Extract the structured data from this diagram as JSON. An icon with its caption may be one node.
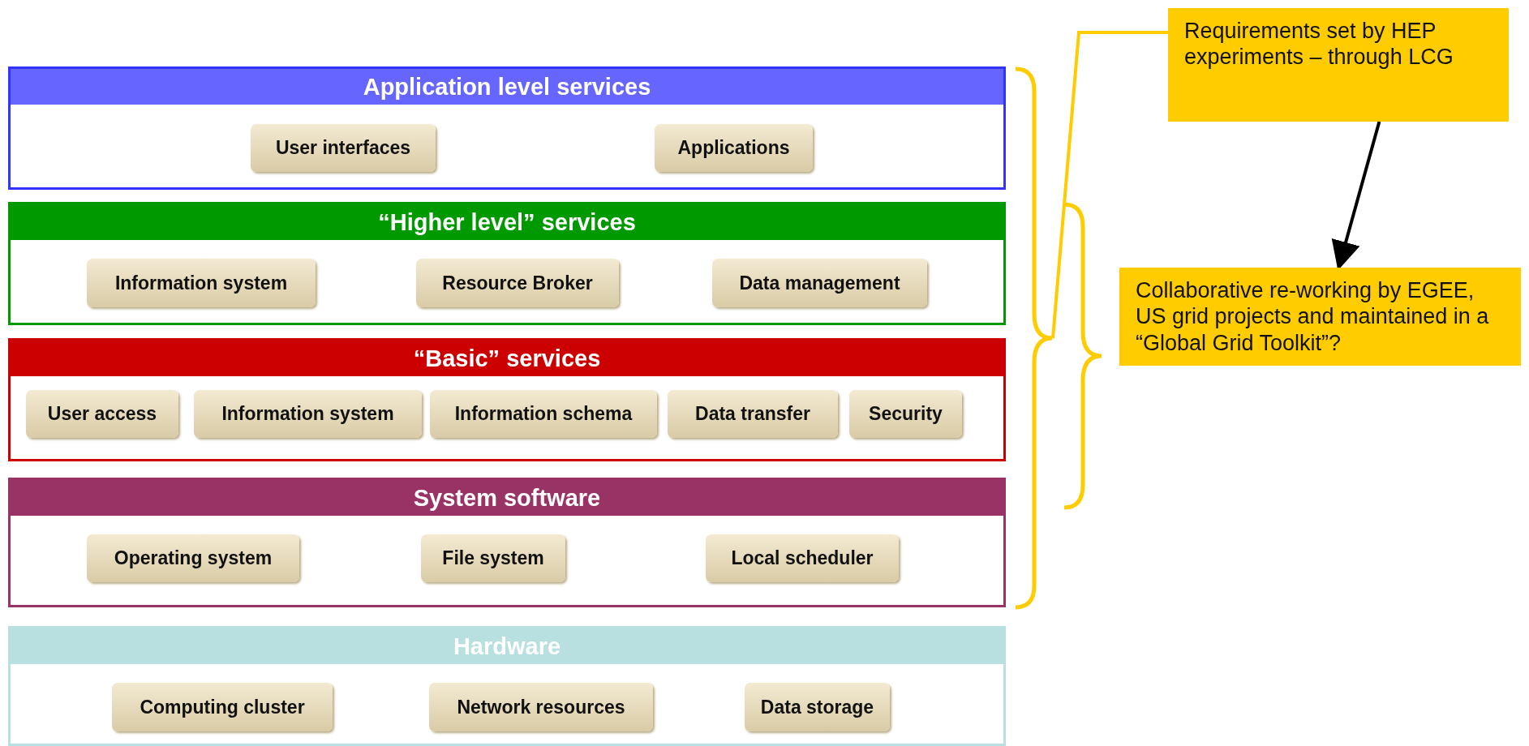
{
  "diagram": {
    "nodes": [
      {
        "text": [
          "Application level services"
        ]
      },
      {
        "text": [
          "User interfaces"
        ],
        "in": 0
      },
      {
        "text": [
          "Applications"
        ],
        "in": 0
      },
      {
        "text": [
          "“Higher level” services"
        ]
      },
      {
        "text": [
          "Information system"
        ],
        "in": 3
      },
      {
        "text": [
          "Resource Broker"
        ],
        "in": 3
      },
      {
        "text": [
          "Data management"
        ],
        "in": 3
      },
      {
        "text": [
          "“Basic” services"
        ]
      },
      {
        "text": [
          "User access"
        ],
        "in": 7
      },
      {
        "text": [
          "Information system"
        ],
        "in": 7
      },
      {
        "text": [
          "Information schema"
        ],
        "in": 7
      },
      {
        "text": [
          "Data transfer"
        ],
        "in": 7
      },
      {
        "text": [
          "Security"
        ],
        "in": 7
      },
      {
        "text": [
          "System software"
        ]
      },
      {
        "text": [
          "Operating system"
        ],
        "in": 13
      },
      {
        "text": [
          "File system"
        ],
        "in": 13
      },
      {
        "text": [
          "Local scheduler"
        ],
        "in": 13
      },
      {
        "text": [
          "Hardware"
        ]
      },
      {
        "text": [
          "Computing cluster"
        ],
        "in": 17
      },
      {
        "text": [
          "Network resources"
        ],
        "in": 17
      },
      {
        "text": [
          "Data storage"
        ],
        "in": 17
      },
      {
        "text": [
          "Requirements set by HEP experiments – through LCG"
        ]
      },
      {
        "text": [
          "Collaborative re-working by EGEE, US grid projects and maintained in a “Global Grid Toolkit”?"
        ]
      },
      {
        "text": [],
        "shape": "brace"
      }
    ],
    "edges": [
      {
        "from": 21,
        "to": 23,
        "arrow": "none",
        "color": "#ffcc00"
      },
      {
        "from": 21,
        "to": 22,
        "arrow": "to",
        "color": "#000000"
      }
    ]
  }
}
